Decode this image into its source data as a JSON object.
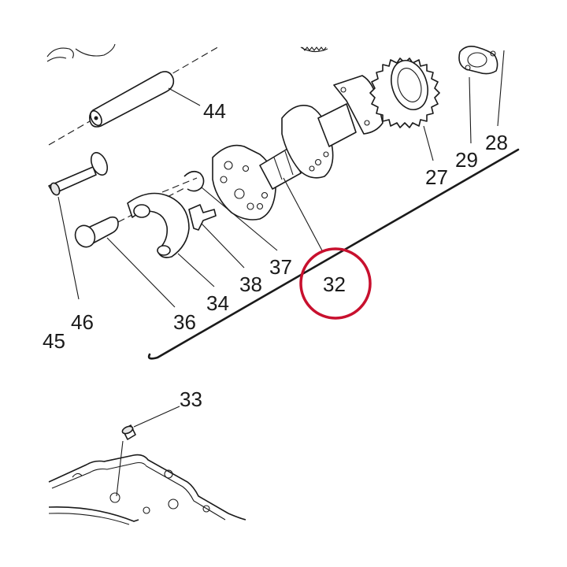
{
  "highlight_color": "#c8102e",
  "callouts": {
    "c44": "44",
    "c46": "46",
    "c45": "45",
    "c36": "36",
    "c34": "34",
    "c38": "38",
    "c37": "37",
    "c32": "32",
    "c27": "27",
    "c29": "29",
    "c28": "28",
    "c33": "33"
  },
  "highlighted_part": "32"
}
